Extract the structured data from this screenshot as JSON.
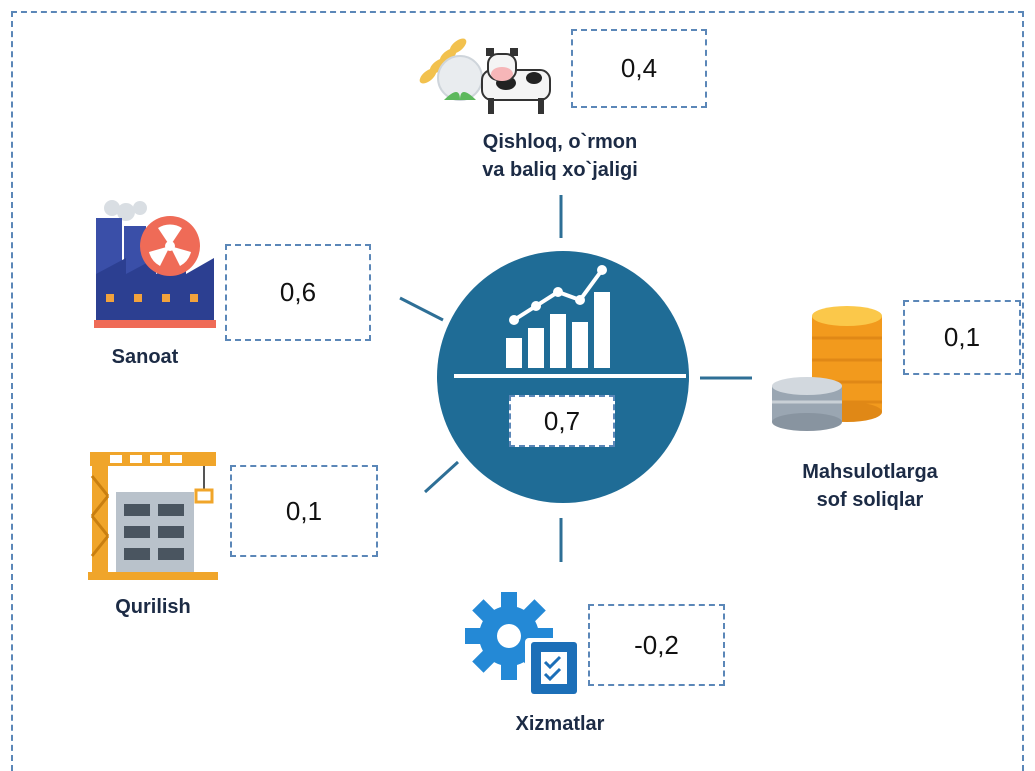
{
  "center": {
    "value": "0,7",
    "color": "#1f6c96"
  },
  "sectors": [
    {
      "key": "agriculture",
      "label_lines": [
        "Qishloq, o`rmon",
        "va baliq xo`jaligi"
      ],
      "value": "0,4",
      "icon": "wheat-cotton-cow-icon"
    },
    {
      "key": "industry",
      "label_lines": [
        "Sanoat"
      ],
      "value": "0,6",
      "icon": "factory-icon"
    },
    {
      "key": "taxes",
      "label_lines": [
        "Mahsulotlarga",
        "sof soliqlar"
      ],
      "value": "0,1",
      "icon": "coins-stack-icon"
    },
    {
      "key": "construction",
      "label_lines": [
        "Qurilish"
      ],
      "value": "0,1",
      "icon": "crane-building-icon"
    },
    {
      "key": "services",
      "label_lines": [
        "Xizmatlar"
      ],
      "value": "-0,2",
      "icon": "gear-checklist-icon"
    }
  ],
  "colors": {
    "border": "#5b87b8",
    "connector": "#2e6f96",
    "label": "#1c2b45"
  }
}
